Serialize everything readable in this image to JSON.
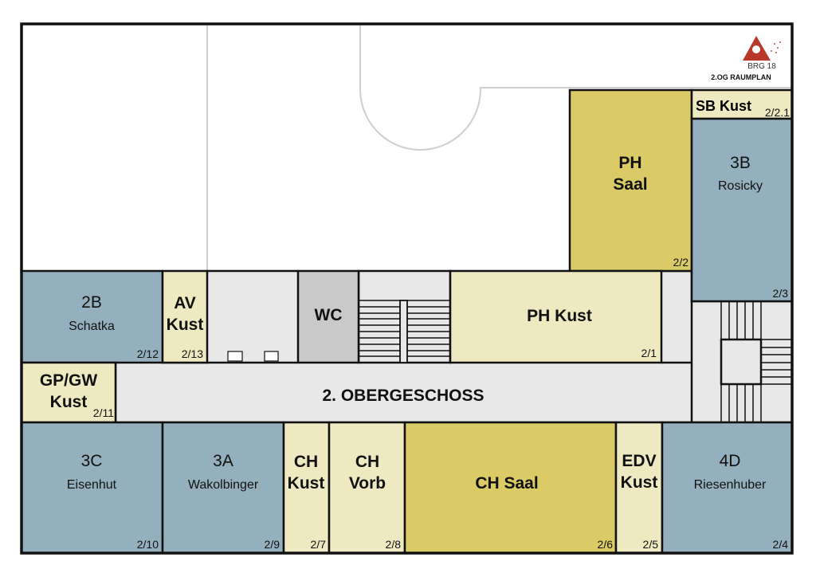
{
  "title": "2.OG RAUMPLAN",
  "logo_text": "BRG 18",
  "floor_label": "2. OBERGESCHOSS",
  "colors": {
    "classroom": "#94afbd",
    "storage": "#efe9c2",
    "lab": "#dacb66",
    "corridor": "#e8e8e8",
    "wc": "#c9c9c9"
  },
  "rooms": {
    "ph_saal": {
      "lines": [
        "PH",
        "Saal"
      ],
      "number": "2/2"
    },
    "sb_kust": {
      "lines": [
        "SB Kust"
      ],
      "number": "2/2.1"
    },
    "r3b": {
      "name": "3B",
      "teacher": "Rosicky",
      "number": "2/3"
    },
    "r2b": {
      "name": "2B",
      "teacher": "Schatka",
      "number": "2/12"
    },
    "av_kust": {
      "lines": [
        "AV",
        "Kust"
      ],
      "number": "2/13"
    },
    "wc": {
      "lines": [
        "WC"
      ]
    },
    "ph_kust": {
      "lines": [
        "PH Kust"
      ],
      "number": "2/1"
    },
    "gpgw_kust": {
      "lines": [
        "GP/GW",
        "Kust"
      ],
      "number": "2/11"
    },
    "r3c": {
      "name": "3C",
      "teacher": "Eisenhut",
      "number": "2/10"
    },
    "r3a": {
      "name": "3A",
      "teacher": "Wakolbinger",
      "number": "2/9"
    },
    "ch_kust": {
      "lines": [
        "CH",
        "Kust"
      ],
      "number": "2/7"
    },
    "ch_vorb": {
      "lines": [
        "CH",
        "Vorb"
      ],
      "number": "2/8"
    },
    "ch_saal": {
      "lines": [
        "CH Saal"
      ],
      "number": "2/6"
    },
    "edv_kust": {
      "lines": [
        "EDV",
        "Kust"
      ],
      "number": "2/5"
    },
    "r4d": {
      "name": "4D",
      "teacher": "Riesenhuber",
      "number": "2/4"
    }
  }
}
